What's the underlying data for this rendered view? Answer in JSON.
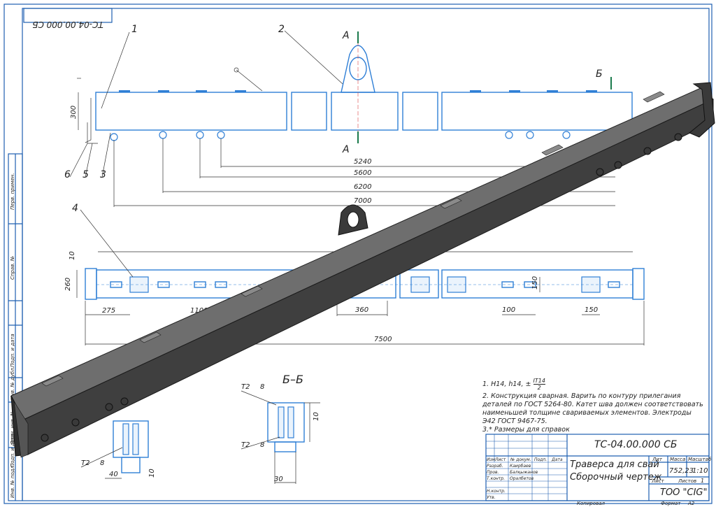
{
  "drawing": {
    "stamp_mirrored": "ТС-04.00.000 СБ",
    "callouts": [
      "1",
      "2",
      "3",
      "4",
      "5",
      "6"
    ],
    "section_marks": {
      "a": "А",
      "b": "Б"
    },
    "section_title": "Б–Б",
    "dimensions": {
      "height_300": "300",
      "d5240": "5240",
      "d5600": "5600",
      "d6200": "6200",
      "d7000": "7000",
      "d10_top": "10",
      "d260": "260",
      "d275": "275",
      "d1100": "1100",
      "d360": "360",
      "d100": "100",
      "d150_v": "150",
      "d150": "150",
      "d7500": "7500",
      "sec_10": "10",
      "sec_30": "30",
      "det_40": "40",
      "det_10": "10"
    },
    "welds": {
      "w1": "Т2",
      "w2": "8",
      "w3": "Т2",
      "w4": "8",
      "w5": "Т2",
      "w6": "8"
    },
    "left_strip": [
      "Перв. примен.",
      "Справ. №",
      "Подп. и дата",
      "Инв. № дубл.",
      "Взам. инв. №",
      "Подп. и дата",
      "Инв. № подл."
    ]
  },
  "notes": {
    "n1_prefix": "1. H14, h14, ±",
    "n1_frac_top": "IT14",
    "n1_frac_bottom": "2",
    "n2": "2. Конструкция сварная. Варить по контуру прилегания деталей по ГОСТ 5264-80. Катет шва должен соответствовать наименьшей толщине свариваемых элементов. Электроды Э42 ГОСТ 9467-75.",
    "n3": "3.* Размеры для справок"
  },
  "title_block": {
    "designation": "ТС-04.00.000 СБ",
    "name_line1": "Траверса для свай",
    "name_line2": "Сборочный чертеж",
    "col_lit": "Лит",
    "col_mass": "Масса",
    "col_scale": "Масштаб",
    "mass_value": "752,23",
    "scale_value": "1:10",
    "sheet_label": "Лист",
    "sheets_label": "Листов",
    "sheets_value": "1",
    "company": "ТОО \"CIG\"",
    "hdr_izm": "Изм",
    "hdr_list": "Лист",
    "hdr_doc": "№ докум.",
    "hdr_sign": "Подп.",
    "hdr_date": "Дата",
    "r_razrab": "Разраб.",
    "n_razrab": "Каирбаев",
    "r_prov": "Пров.",
    "n_prov": "Балқыжанов",
    "r_tkontr": "Т.контр.",
    "n_tkontr": "Оралбетов",
    "r_nkontr": "Н.контр.",
    "r_utv": "Утв.",
    "copied": "Копировал",
    "format_label": "Формат",
    "format_value": "А2"
  }
}
